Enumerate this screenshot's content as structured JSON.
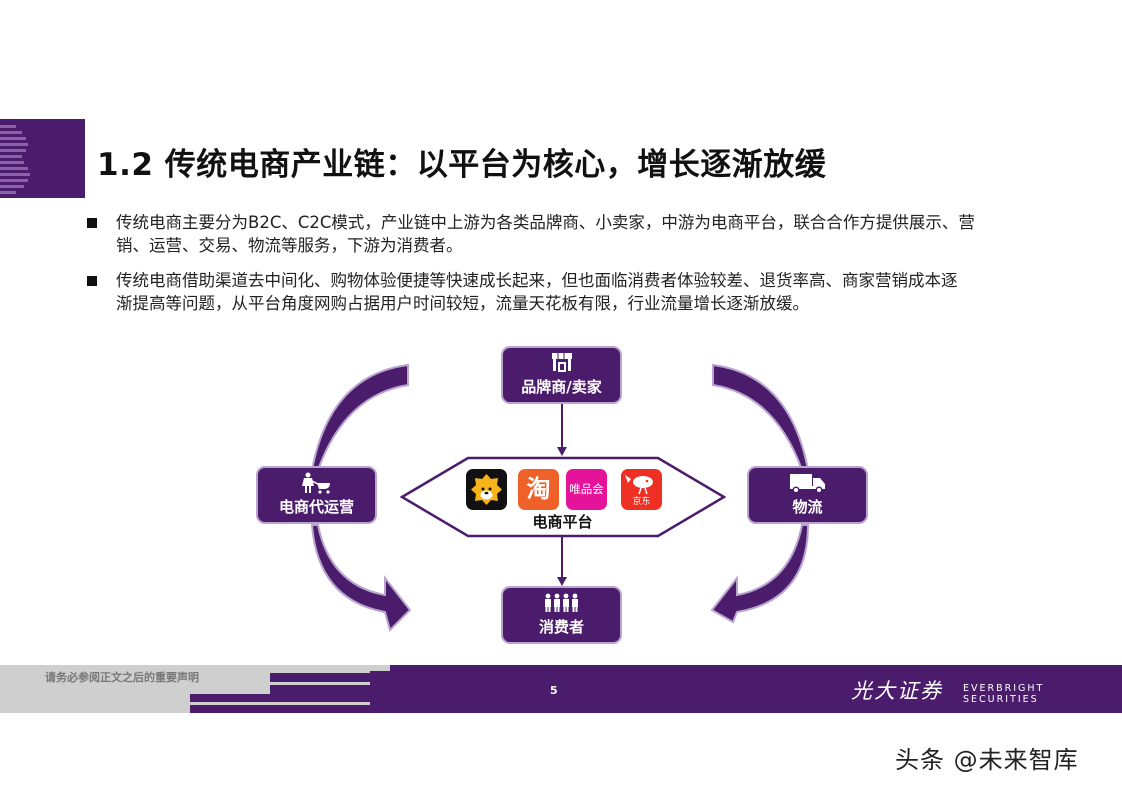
{
  "header": {
    "title": "1.2 传统电商产业链：以平台为核心，增长逐渐放缓"
  },
  "bullets": [
    {
      "line1": "传统电商主要分为B2C、C2C模式，产业链中上游为各类品牌商、小卖家，中游为电商平台，联合合作方提供展示、营",
      "line2": "销、运营、交易、物流等服务，下游为消费者。"
    },
    {
      "line1": "传统电商借助渠道去中间化、购物体验便捷等快速成长起来，但也面临消费者体验较差、退货率高、商家营销成本逐",
      "line2": "渐提高等问题，从平台角度网购占据用户时间较短，流量天花板有限，行业流量增长逐渐放缓。"
    }
  ],
  "diagram": {
    "top_node": {
      "label": "品牌商/卖家",
      "icon": "storefront-icon"
    },
    "left_node": {
      "label": "电商代运营",
      "icon": "person-stroller-icon"
    },
    "right_node": {
      "label": "物流",
      "icon": "truck-icon"
    },
    "bottom_node": {
      "label": "消费者",
      "icon": "people-group-icon"
    },
    "center": {
      "label": "电商平台",
      "logos": [
        {
          "name": "suning",
          "text": "",
          "color": "#f6b41a",
          "bg": "#111111"
        },
        {
          "name": "taobao",
          "text": "淘",
          "color": "#ffffff",
          "bg": "#f0612a"
        },
        {
          "name": "vipshop",
          "text": "唯品会",
          "color": "#ffffff",
          "bg": "#e5139a"
        },
        {
          "name": "jd",
          "text": "京东",
          "color": "#ffffff",
          "bg": "#ee3024"
        }
      ]
    },
    "colors": {
      "primary": "#4b1c6b",
      "border": "#b9a3cf"
    }
  },
  "footer": {
    "note": "请务必参阅正文之后的重要声明",
    "page_number": "5",
    "brand_cn": "光大证券",
    "brand_en": "EVERBRIGHT SECURITIES"
  },
  "watermark": "头条 @未来智库"
}
